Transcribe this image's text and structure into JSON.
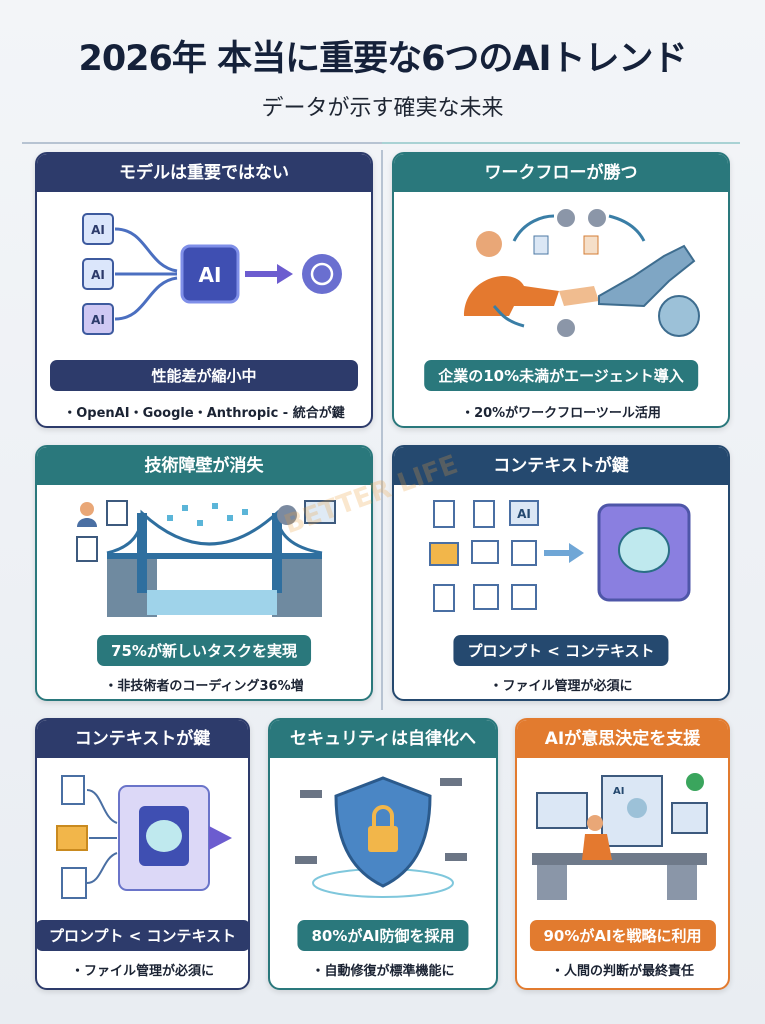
{
  "header": {
    "title": "2026年 本当に重要な6つのAIトレンド",
    "subtitle": "データが示す確実な未来"
  },
  "watermark": "BETTER LIFE",
  "cards": [
    {
      "title": "モデルは重要ではない",
      "stat": "性能差が縮小中",
      "bullet": "・OpenAI・Google・Anthropic - 統合が鍵",
      "chip": "AI"
    },
    {
      "title": "ワークフローが勝つ",
      "stat": "企業の10%未満がエージェント導入",
      "bullet": "・20%がワークフローツール活用"
    },
    {
      "title": "技術障壁が消失",
      "stat": "75%が新しいタスクを実現",
      "bullet": "・非技術者のコーディング36%増"
    },
    {
      "title": "コンテキストが鍵",
      "stat": "プロンプト < コンテキスト",
      "bullet": "・ファイル管理が必須に",
      "chip": "AI"
    },
    {
      "title": "コンテキストが鍵",
      "stat": "プロンプト < コンテキスト",
      "bullet": "・ファイル管理が必須に"
    },
    {
      "title": "セキュリティは自律化へ",
      "stat": "80%がAI防御を採用",
      "bullet": "・自動修復が標準機能に"
    },
    {
      "title": "AIが意思決定を支援",
      "stat": "90%がAIを戦略に利用",
      "bullet": "・人間の判断が最終責任",
      "chip": "AI"
    }
  ]
}
